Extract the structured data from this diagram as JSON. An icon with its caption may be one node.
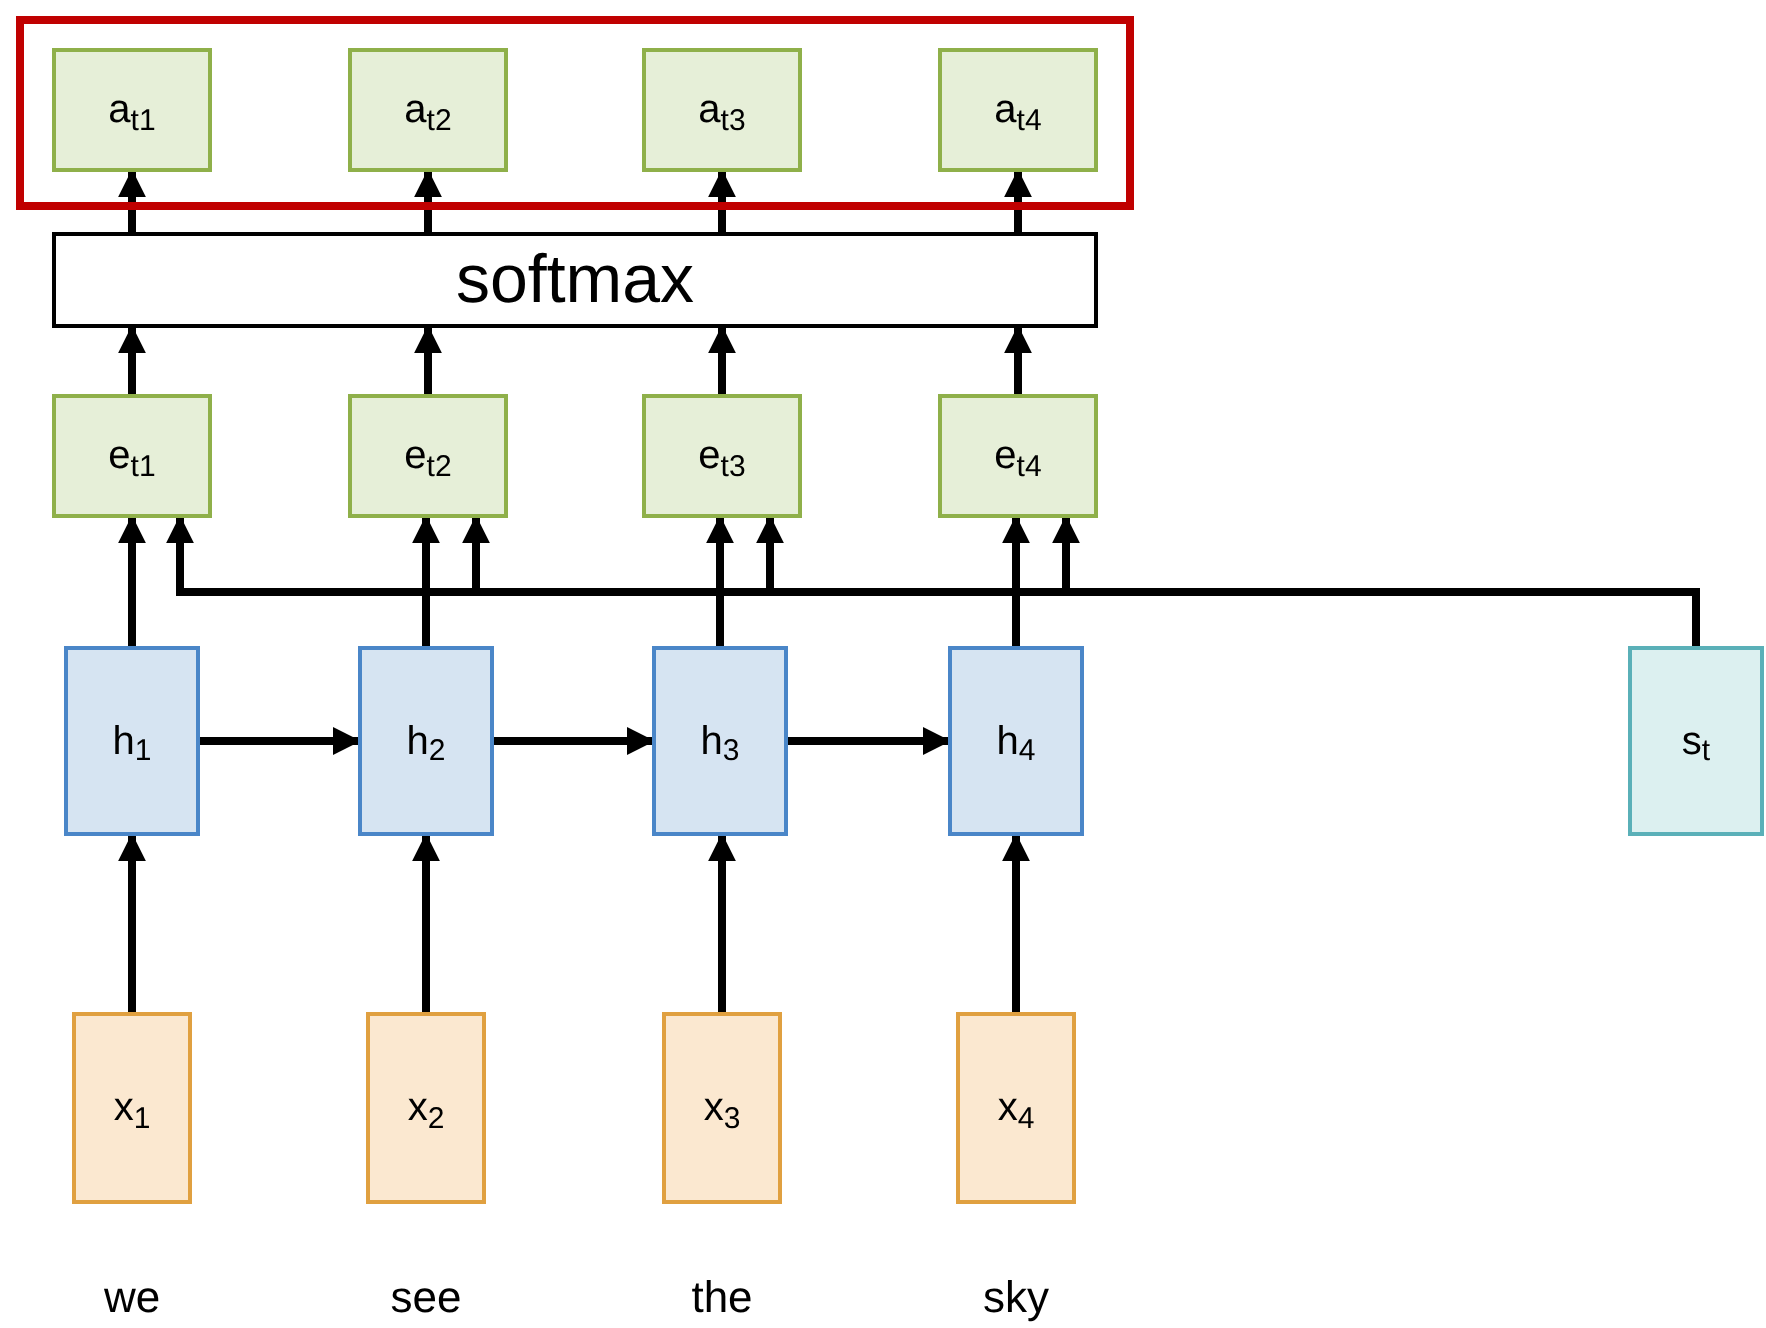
{
  "diagram": {
    "nodes": [
      {
        "text": [],
        "shape": "box"
      },
      {
        "text": [
          "a$_{t1}$"
        ],
        "in": 0
      },
      {
        "text": [
          "a$_{t2}$"
        ],
        "in": 0
      },
      {
        "text": [
          "a$_{t3}$"
        ],
        "in": 0
      },
      {
        "text": [
          "a$_{t4}$"
        ],
        "in": 0
      },
      {
        "text": [
          "softmax"
        ]
      },
      {
        "text": [
          "e$_{t1}$"
        ]
      },
      {
        "text": [
          "e$_{t2}$"
        ]
      },
      {
        "text": [
          "e$_{t3}$"
        ]
      },
      {
        "text": [
          "e$_{t4}$"
        ]
      },
      {
        "text": [
          "h$_{1}$"
        ]
      },
      {
        "text": [
          "h$_{2}$"
        ]
      },
      {
        "text": [
          "h$_{3}$"
        ]
      },
      {
        "text": [
          "h$_{4}$"
        ]
      },
      {
        "text": [
          "s$_{t}$"
        ]
      },
      {
        "text": [
          "x$_{1}$"
        ],
        "beside": [
          "we"
        ]
      },
      {
        "text": [
          "x$_{2}$"
        ],
        "beside": [
          "see"
        ]
      },
      {
        "text": [
          "x$_{3}$"
        ],
        "beside": [
          "the"
        ]
      },
      {
        "text": [
          "x$_{4}$"
        ],
        "beside": [
          "sky"
        ]
      }
    ],
    "edges": [
      {
        "from": 5,
        "to": 1,
        "arrow": "to"
      },
      {
        "from": 5,
        "to": 2,
        "arrow": "to"
      },
      {
        "from": 5,
        "to": 3,
        "arrow": "to"
      },
      {
        "from": 5,
        "to": 4,
        "arrow": "to"
      },
      {
        "from": 6,
        "to": 5,
        "arrow": "to"
      },
      {
        "from": 7,
        "to": 5,
        "arrow": "to"
      },
      {
        "from": 8,
        "to": 5,
        "arrow": "to"
      },
      {
        "from": 9,
        "to": 5,
        "arrow": "to"
      },
      {
        "from": 10,
        "to": 6,
        "arrow": "to"
      },
      {
        "from": 11,
        "to": 7,
        "arrow": "to"
      },
      {
        "from": 12,
        "to": 8,
        "arrow": "to"
      },
      {
        "from": 13,
        "to": 9,
        "arrow": "to"
      },
      {
        "from": 14,
        "to": 6,
        "arrow": "to"
      },
      {
        "from": 14,
        "to": 7,
        "arrow": "to"
      },
      {
        "from": 14,
        "to": 8,
        "arrow": "to"
      },
      {
        "from": 14,
        "to": 9,
        "arrow": "to"
      },
      {
        "from": 10,
        "to": 11,
        "arrow": "to"
      },
      {
        "from": 11,
        "to": 12,
        "arrow": "to"
      },
      {
        "from": 12,
        "to": 13,
        "arrow": "to"
      },
      {
        "from": 15,
        "to": 10,
        "arrow": "to"
      },
      {
        "from": 16,
        "to": 11,
        "arrow": "to"
      },
      {
        "from": 17,
        "to": 12,
        "arrow": "to"
      },
      {
        "from": 18,
        "to": 13,
        "arrow": "to"
      }
    ]
  }
}
